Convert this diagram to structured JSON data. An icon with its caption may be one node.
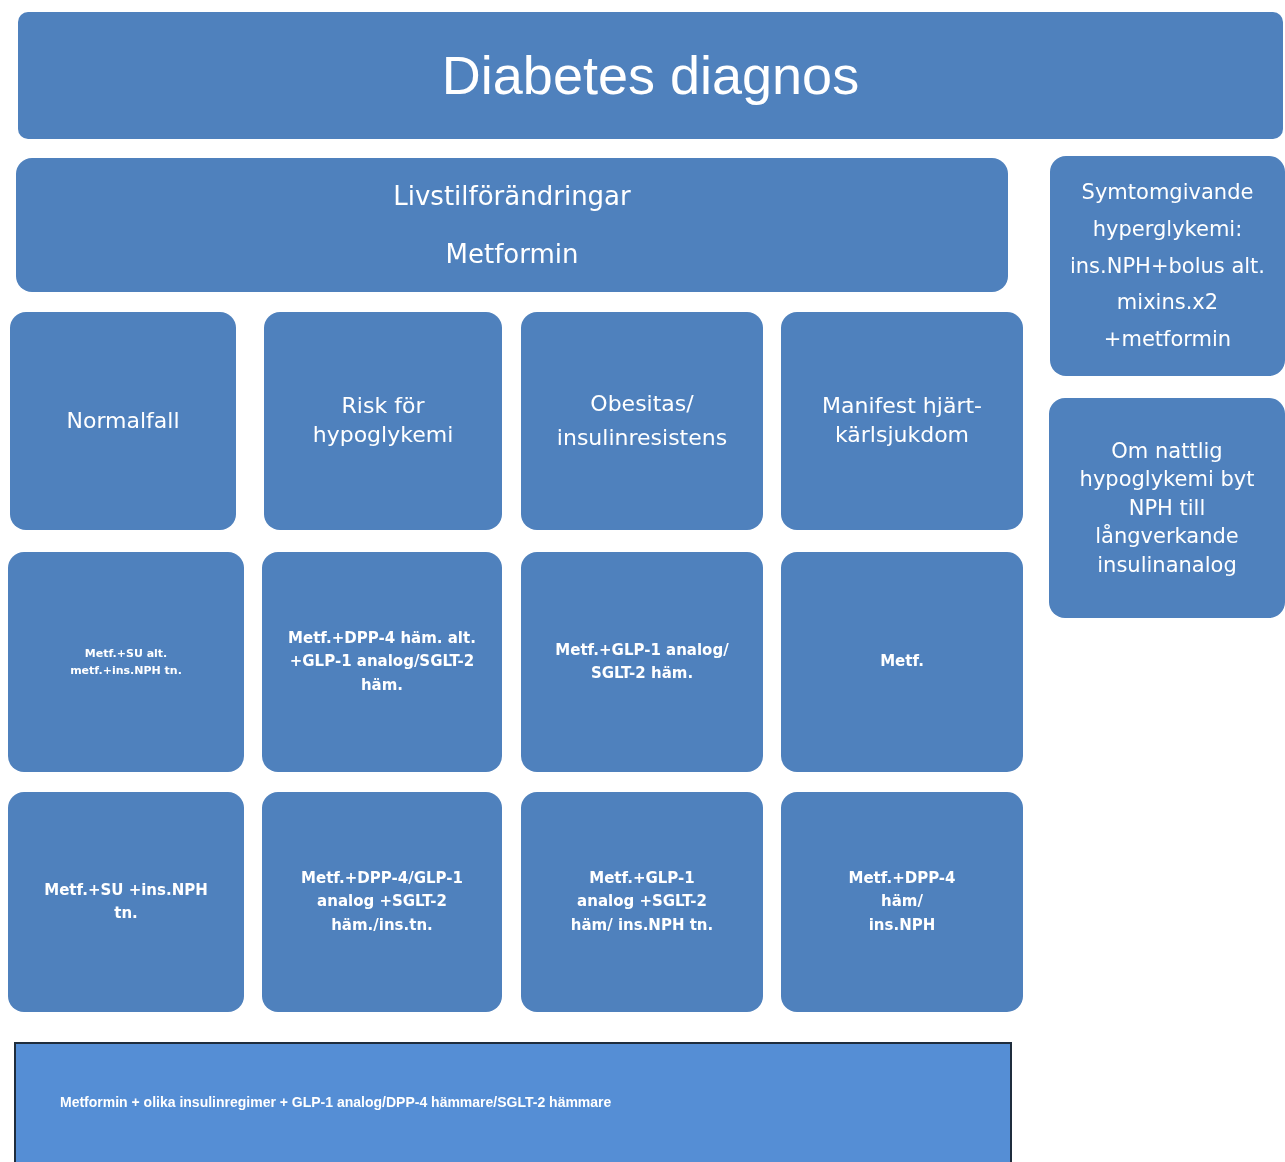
{
  "diagram": {
    "nodes": [
      {
        "text": [
          "Diabetes diagnos"
        ]
      },
      {
        "text": [
          "Livstilförändringar",
          "Metformin"
        ]
      },
      {
        "text": [
          "Symtomgivande hyperglykemi: ins.NPH+bolus alt. mixins.x2 +metformin"
        ]
      },
      {
        "text": [
          "Normalfall"
        ]
      },
      {
        "text": [
          "Risk för hypoglykemi"
        ]
      },
      {
        "text": [
          "Obesitas/ insulinresistens"
        ]
      },
      {
        "text": [
          "Manifest hjärt-kärlsjukdom"
        ]
      },
      {
        "text": [
          "Om nattlig hypoglykemi byt NPH till långverkande insulinanalog"
        ]
      },
      {
        "text": [
          "Metf.+SU alt. metf.+ins.NPH tn."
        ]
      },
      {
        "text": [
          "Metf.+DPP-4 häm. alt. +GLP-1 analog/SGLT-2 häm."
        ]
      },
      {
        "text": [
          "Metf.+GLP-1 analog/ SGLT-2 häm."
        ]
      },
      {
        "text": [
          "Metf."
        ]
      },
      {
        "text": [
          "Metf.+SU +ins.NPH tn."
        ]
      },
      {
        "text": [
          "Metf.+DPP-4/GLP-1 analog +SGLT-2 häm./ins.tn."
        ]
      },
      {
        "text": [
          "Metf.+GLP-1 analog +SGLT-2 häm/ ins.NPH tn."
        ]
      },
      {
        "text": [
          "Metf.+DPP-4 häm/ ins.NPH"
        ]
      },
      {
        "text": [
          "Metformin + olika insulinregimer + GLP-1 analog/DPP-4 hämmare/SGLT-2 hämmare"
        ]
      }
    ]
  }
}
